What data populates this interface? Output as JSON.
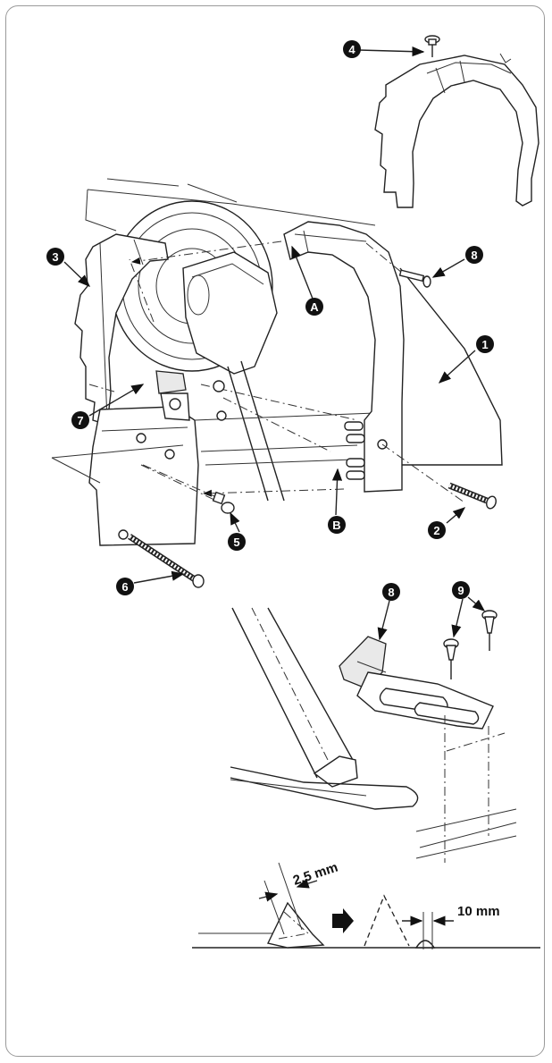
{
  "callouts": {
    "c1": "1",
    "c2": "2",
    "c3": "3",
    "c4": "4",
    "c5": "5",
    "c6": "6",
    "c7": "7",
    "c8_top": "8",
    "c8_bottom": "8",
    "c9": "9",
    "cA": "A",
    "cB": "B"
  },
  "dimensions": {
    "gap": "2.5 mm",
    "offset": "10 mm"
  },
  "colors": {
    "callout_fill": "#111111",
    "line": "#222222",
    "frame": "#9a9a9a"
  }
}
